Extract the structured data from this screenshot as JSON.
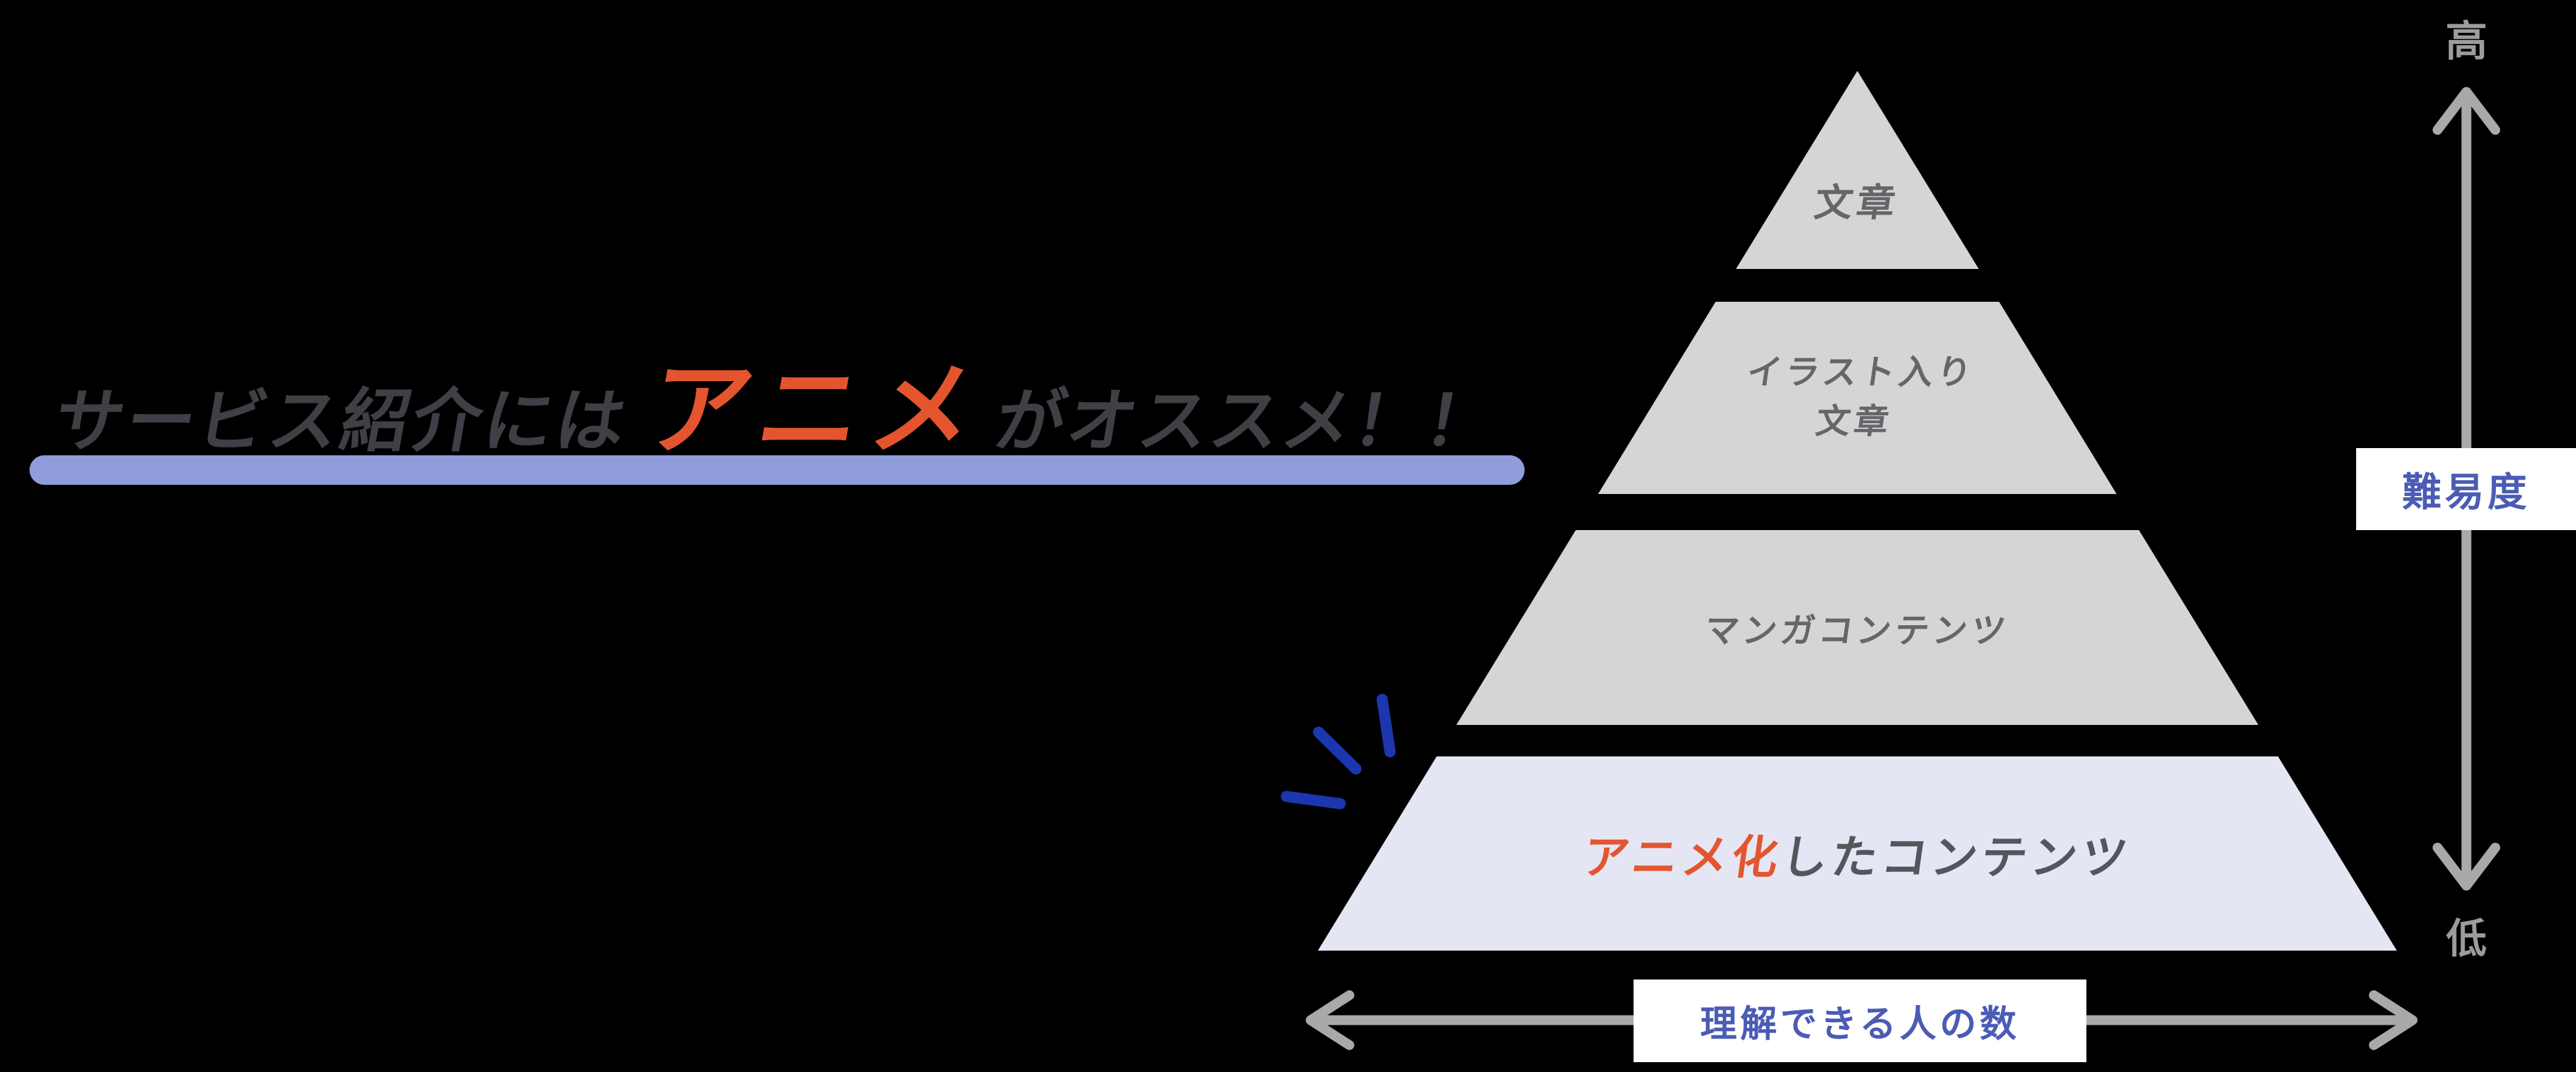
{
  "title": {
    "prefix": "サービス紹介には",
    "highlight": "アニメ",
    "suffix": "がオススメ！！"
  },
  "pyramid": {
    "levels": [
      {
        "label": "文章"
      },
      {
        "label_line1": "イラスト入り",
        "label_line2": "文章"
      },
      {
        "label": "マンガコンテンツ"
      },
      {
        "label_highlight": "アニメ化",
        "label_rest": "したコンテンツ"
      }
    ]
  },
  "vertical_axis": {
    "top_label": "高",
    "bottom_label": "低",
    "axis_label": "難易度"
  },
  "horizontal_axis": {
    "axis_label": "理解できる人の数"
  },
  "colors": {
    "background": "#000000",
    "title_gray": "#3F3F46",
    "accent_orange": "#E4552F",
    "underline_blue": "#8F9DDB",
    "layer_gray": "#D5D5D5",
    "layer_lavender": "#E4E6F3",
    "layer_text_gray": "#66666A",
    "bottom_layer_text_gray": "#55565C",
    "arrow_gray": "#A9A9A9",
    "axis_end_label_gray": "#9C9C9C",
    "axis_label_blue": "#4A5CB4",
    "emphasis_blue": "#1B36AE",
    "label_box_white": "#FFFFFF"
  }
}
